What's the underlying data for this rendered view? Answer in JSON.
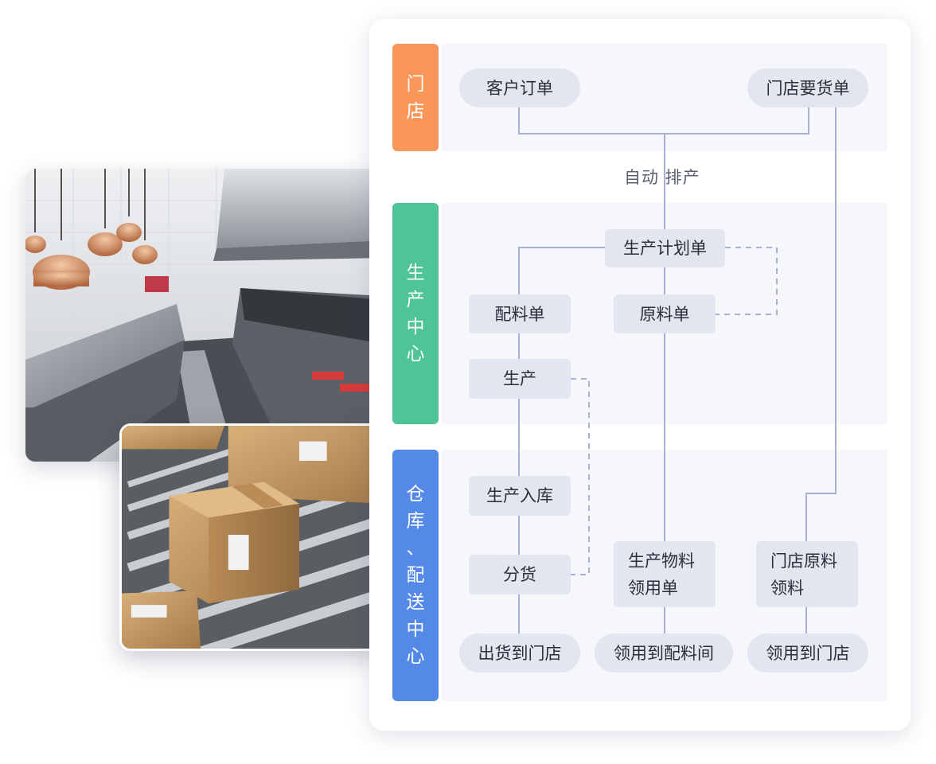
{
  "lanes": {
    "store": {
      "label_chars": [
        "门",
        "店"
      ],
      "color": "#f9975a"
    },
    "production": {
      "label_chars": [
        "生",
        "产",
        "中",
        "心"
      ],
      "color": "#4fc496"
    },
    "warehouse": {
      "label_chars": [
        "仓",
        "库",
        "、",
        "配",
        "送",
        "中",
        "心"
      ],
      "color": "#5589e8"
    }
  },
  "nodes": {
    "customer_order": "客户订单",
    "store_requisition": "门店要货单",
    "auto_scheduling": "自动 排产",
    "production_plan": "生产计划单",
    "batching_order": "配料单",
    "raw_material_order": "原料单",
    "production": "生产",
    "production_inbound": "生产入库",
    "distribution": "分货",
    "production_material_requisition": [
      "生产物料",
      "领用单"
    ],
    "store_raw_material_requisition": [
      "门店原料",
      "领料"
    ],
    "ship_to_store": "出货到门店",
    "requisition_to_batching_room": "领用到配料间",
    "requisition_to_store": "领用到门店"
  },
  "colors": {
    "node_fill": "#e2e6f1",
    "lane_fill": "#f6f7fb",
    "connector": "#a9b0d8"
  }
}
